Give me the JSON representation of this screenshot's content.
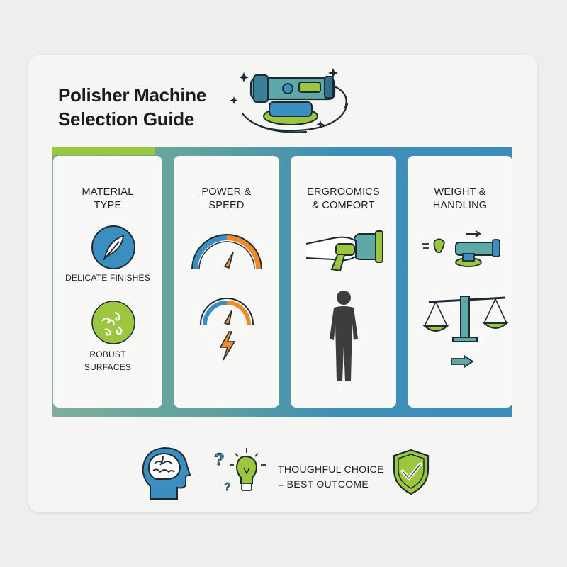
{
  "title": {
    "line1": "Polisher Machine",
    "line2": "Selection Guide"
  },
  "colors": {
    "blue": "#3a8fc0",
    "green": "#9cc63d",
    "orange": "#ef8a2a",
    "dark": "#1e2a33"
  },
  "panels": [
    {
      "title_lines": [
        "MATERIAL",
        "TYPE"
      ],
      "items": [
        {
          "icon": "feather-icon",
          "caption_lines": [
            "DELICATE FINISHES"
          ]
        },
        {
          "icon": "swirl-texture-icon",
          "caption_lines": [
            "ROBUST",
            "SURFACES"
          ]
        }
      ]
    },
    {
      "title_lines": [
        "POWER &",
        "SPEED"
      ],
      "icons": [
        "speed-gauge-icon",
        "gauge-lightning-icon"
      ]
    },
    {
      "title_lines": [
        "ERGROOMICS",
        "& COMFORT"
      ],
      "icons": [
        "hand-grip-icon",
        "person-silhouette-icon"
      ]
    },
    {
      "title_lines": [
        "WEIGHT &",
        "HANDLING"
      ],
      "icons": [
        "motion-polisher-icon",
        "balance-scale-icon",
        "arrow-right-icon"
      ]
    }
  ],
  "footer": {
    "line1": "THOUGHFUL CHOICE",
    "line2": "= BEST OUTCOME",
    "icons": [
      "brain-head-icon",
      "idea-bulb-icon",
      "shield-check-icon"
    ]
  }
}
